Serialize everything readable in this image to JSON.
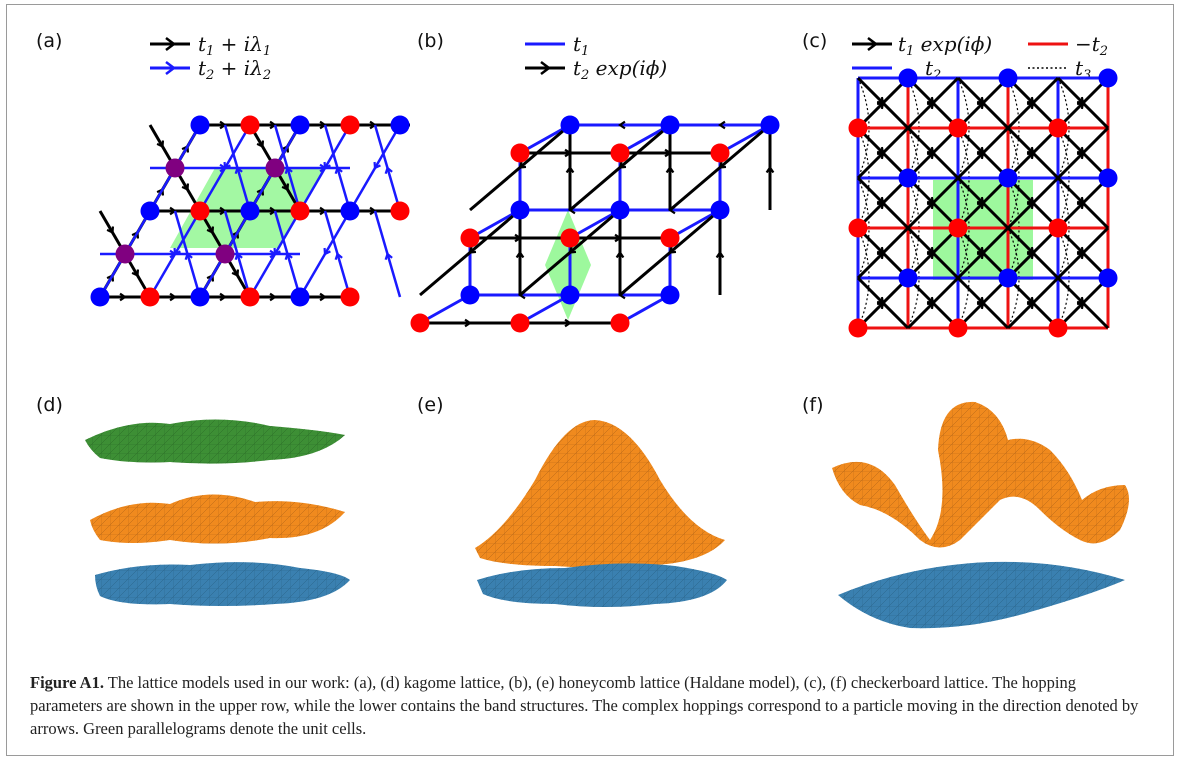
{
  "panels": {
    "a": {
      "label": "(a)",
      "legend": [
        {
          "main": "t",
          "sub1": "1",
          "rest": " + iλ",
          "sub2": "1",
          "color": "#000000"
        },
        {
          "main": "t",
          "sub1": "2",
          "rest": " + iλ",
          "sub2": "2",
          "color": "#1a1aff"
        }
      ]
    },
    "b": {
      "label": "(b)",
      "legend": [
        {
          "main": "t",
          "sub1": "1",
          "rest": "",
          "sub2": "",
          "color": "#1a1aff"
        },
        {
          "main": "t",
          "sub1": "2",
          "rest": " exp(iϕ)",
          "sub2": "",
          "color": "#000000"
        }
      ]
    },
    "c": {
      "label": "(c)",
      "legend": [
        {
          "main": "t",
          "sub1": "1",
          "rest": " exp(iϕ)",
          "sub2": "",
          "color": "#000000"
        },
        {
          "main": "−t",
          "sub1": "2",
          "rest": "",
          "sub2": "",
          "color": "#ee1111"
        },
        {
          "main": "t",
          "sub1": "2",
          "rest": "",
          "sub2": "",
          "color": "#1a1aff"
        },
        {
          "main": "t",
          "sub1": "3",
          "rest": "",
          "sub2": "",
          "color": "#000000"
        }
      ]
    },
    "d": {
      "label": "(d)"
    },
    "e": {
      "label": "(e)"
    },
    "f": {
      "label": "(f)"
    }
  },
  "colors": {
    "red_site": "#ff0000",
    "blue_site": "#0000ff",
    "purple_site": "#800080",
    "unit_cell": "#7cf57c",
    "band_green": "#3d8f35",
    "band_orange": "#f08a1e",
    "band_blue": "#3a80b0"
  },
  "caption": {
    "title": "Figure A1.",
    "text": " The lattice models used in our work: (a), (d) kagome lattice, (b), (e) honeycomb lattice (Haldane model), (c), (f) checkerboard lattice. The hopping parameters are shown in the upper row, while the lower contains the band structures. The complex hoppings correspond to a particle moving in the direction denoted by arrows. Green parallelograms denote the unit cells."
  }
}
